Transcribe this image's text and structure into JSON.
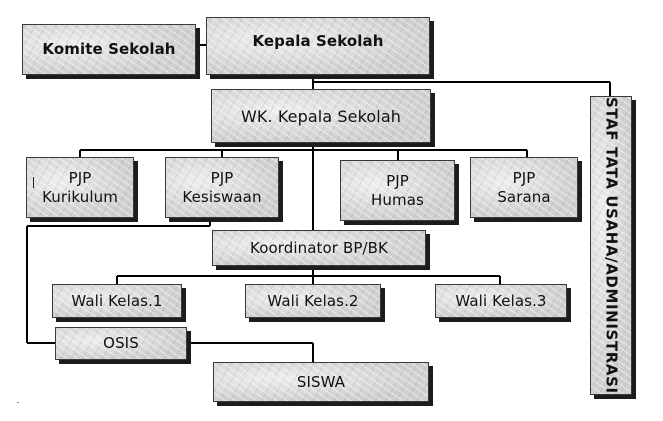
{
  "nodes": {
    "komite": "Komite Sekolah",
    "kepala": "Kepala Sekolah",
    "wk_kepala": "WK. Kepala Sekolah",
    "staf": "STAF TATA USAHA/ADMINISTRASI",
    "pjp_kurikulum": {
      "line1": "PJP",
      "line2": "Kurikulum"
    },
    "pjp_kesiswaan": {
      "line1": "PJP",
      "line2": "Kesiswaan"
    },
    "pjp_humas": {
      "line1": "PJP",
      "line2": "Humas"
    },
    "pjp_sarana": {
      "line1": "PJP",
      "line2": "Sarana"
    },
    "koordinator": "Koordinator BP/BK",
    "wali1": "Wali Kelas.1",
    "wali2": "Wali Kelas.2",
    "wali3": "Wali Kelas.3",
    "osis": "OSIS",
    "siswa": "SISWA"
  },
  "colors": {
    "box_fill": "#d7d7d7",
    "shadow": "#1c1c1c",
    "line": "#000000"
  }
}
